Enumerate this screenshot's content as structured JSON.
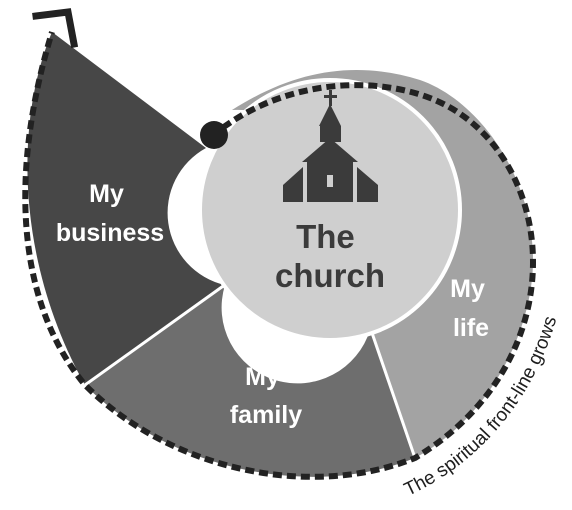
{
  "diagram": {
    "center_label_lines": [
      "The",
      "church"
    ],
    "segments": [
      {
        "id": "business",
        "label_lines": [
          "My",
          "business"
        ],
        "color": "#474747"
      },
      {
        "id": "family",
        "label_lines": [
          "My",
          "family"
        ],
        "color": "#6e6e6e"
      },
      {
        "id": "life",
        "label_lines": [
          "My",
          "life"
        ],
        "color": "#a3a3a3"
      }
    ],
    "center_color": "#cfcfcf",
    "icon": "church-icon",
    "arrow_caption": "The spiritual front-line grows"
  }
}
